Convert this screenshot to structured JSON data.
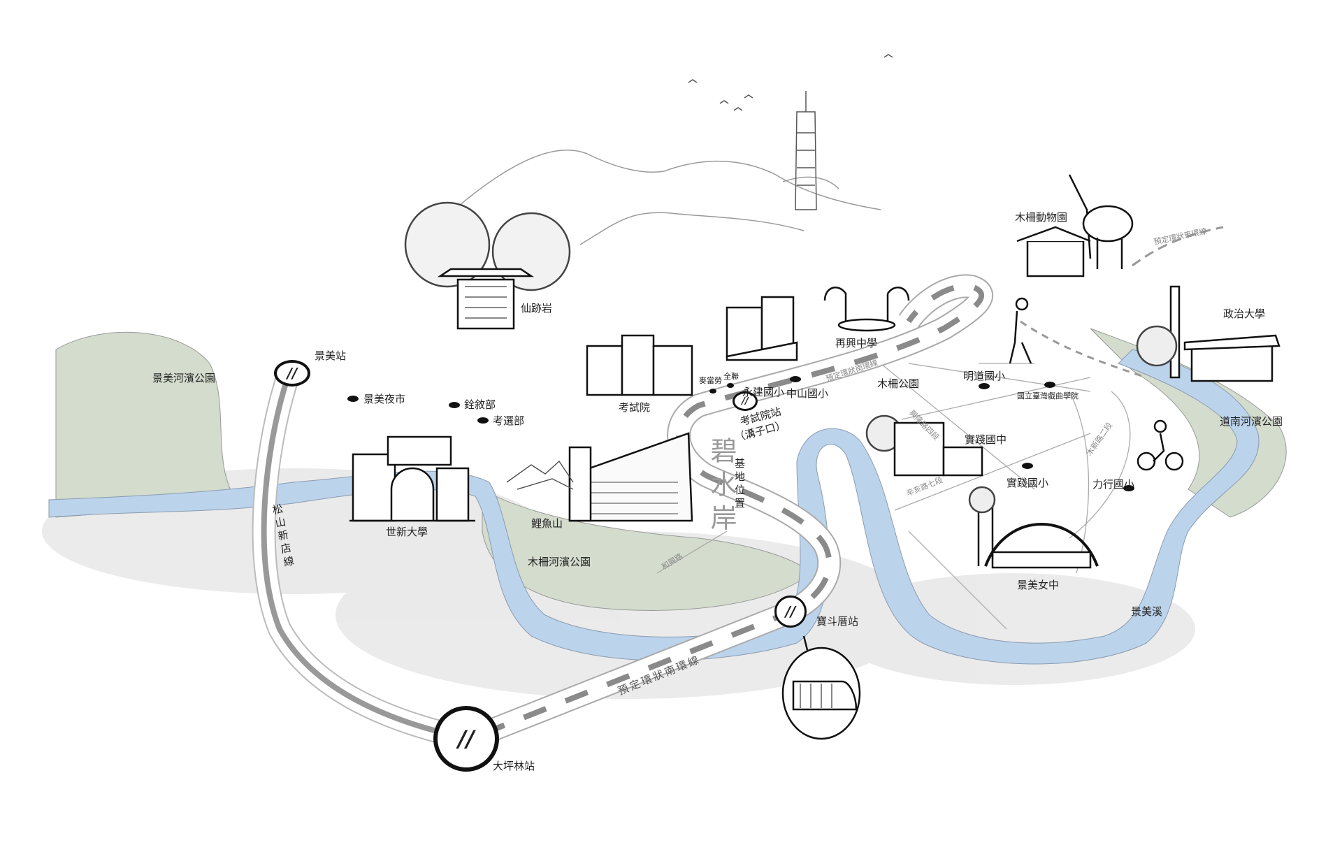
{
  "colors": {
    "river": "#bcd3ec",
    "park": "#d6ddd0",
    "shadow": "#e4e4e4",
    "ink": "#111111",
    "road_dash": "#8a8a8a"
  },
  "project": {
    "name": "碧水岸",
    "site_label": "基地位置"
  },
  "stations": [
    {
      "name": "景美站"
    },
    {
      "name": "考試院站",
      "sub": "（溝子口）"
    },
    {
      "name": "寶斗厝站"
    },
    {
      "name": "大坪林站"
    }
  ],
  "lines": {
    "songshan_xindian": "松山新店線",
    "circular_south": "預定環狀南環線",
    "circular_south_small": "預定環狀南環線",
    "circular_east": "預定環狀東環線"
  },
  "roads": {
    "hexing": "和興路",
    "xinhai": "辛亥路七段",
    "xinglong": "興隆路四段",
    "muxin": "木新路二段"
  },
  "landmarks": {
    "jingmei_park": "景美河濱公園",
    "jingmei_night_market": "景美夜市",
    "ministry_civil_service": "銓敘部",
    "ministry_exam": "考選部",
    "shih_hsin": "世新大學",
    "xianjiyan": "仙跡岩",
    "examination_yuan": "考試院",
    "liyushan": "鯉魚山",
    "muzha_riverside_park": "木柵河濱公園",
    "mcdonalds": "麥當勞",
    "pxmart": "全聯",
    "yongjian": "永建國小",
    "zaixing": "再興中學",
    "zhongshan": "中山國小",
    "muzha_park": "木柵公園",
    "mingdao": "明道國小",
    "xiqu": "國立臺灣戲曲學院",
    "shijian_jh": "實踐國中",
    "shijian_es": "實踐國小",
    "lixing": "力行國小",
    "jingmei_girls": "景美女中",
    "jingmei_creek": "景美溪",
    "daonan_park": "道南河濱公園",
    "nccu": "政治大學",
    "zoo": "木柵動物園"
  },
  "metro_icon": "metro-logo-icon"
}
